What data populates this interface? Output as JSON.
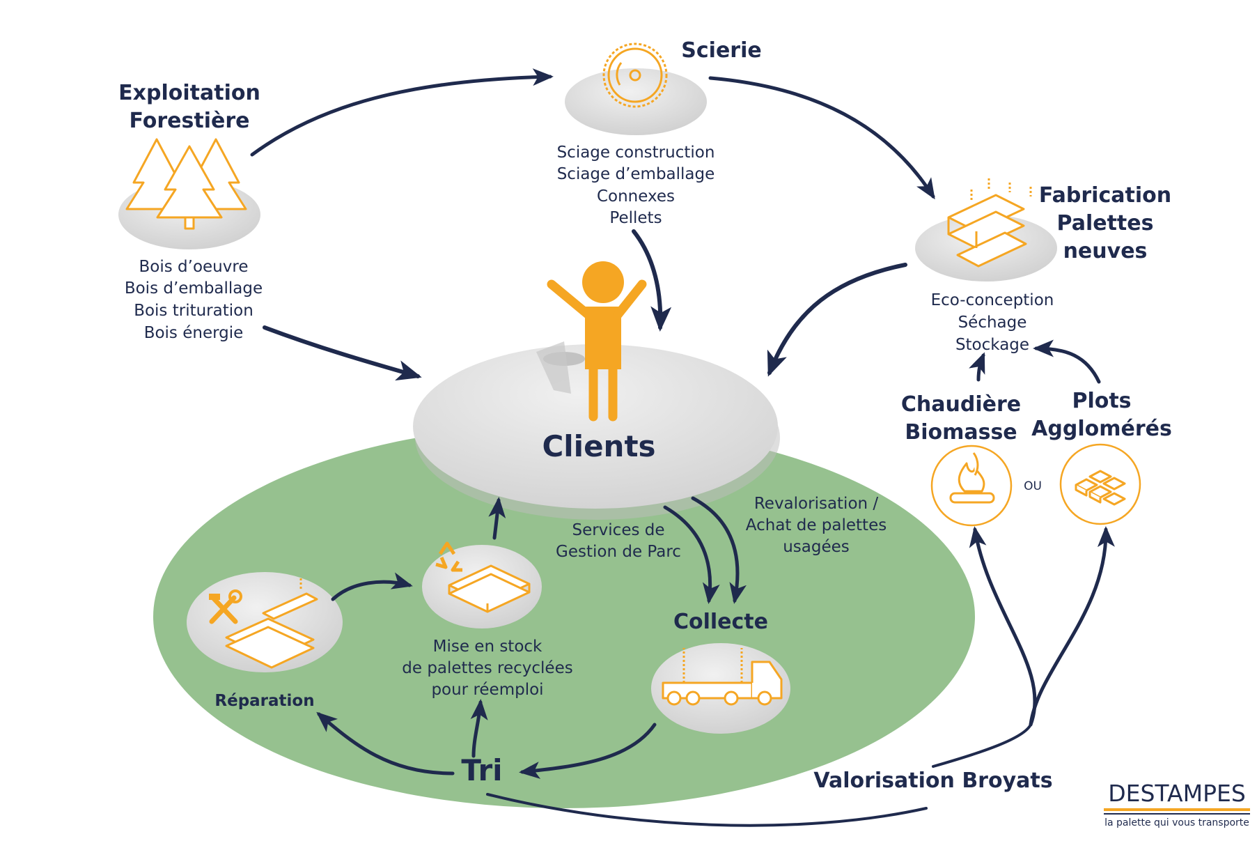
{
  "nodes": {
    "exploitation": {
      "title_lines": [
        "Exploitation",
        "Forestière"
      ],
      "outputs": [
        "Bois d’oeuvre",
        "Bois d’emballage",
        "Bois trituration",
        "Bois énergie"
      ],
      "icon": "pine-trees-icon"
    },
    "scierie": {
      "title": "Scierie",
      "outputs": [
        "Sciage construction",
        "Sciage d’emballage",
        "Connexes",
        "Pellets"
      ],
      "icon": "saw-blade-icon"
    },
    "fabrication": {
      "title_lines": [
        "Fabrication",
        "Palettes",
        "neuves"
      ],
      "outputs": [
        "Eco-conception",
        "Séchage",
        "Stockage"
      ],
      "icon": "new-pallet-icon"
    },
    "clients": {
      "title": "Clients",
      "icon": "person-icon"
    },
    "services_label": [
      "Services de",
      "Gestion de Parc"
    ],
    "revalorisation_label": [
      "Revalorisation /",
      "Achat de palettes",
      "usagées"
    ],
    "collecte": {
      "title": "Collecte",
      "icon": "truck-icon"
    },
    "mise_en_stock": {
      "lines": [
        "Mise en stock",
        "de palettes recyclées",
        "pour réemploi"
      ],
      "icon": "recycled-pallets-icon"
    },
    "reparation": {
      "title": "Réparation",
      "icon": "repair-tools-icon"
    },
    "tri": {
      "title": "Tri"
    },
    "chaudiere": {
      "title_lines": [
        "Chaudière",
        "Biomasse"
      ],
      "icon": "fire-icon"
    },
    "plots": {
      "title_lines": [
        "Plots",
        "Agglomérés"
      ],
      "icon": "blocks-icon"
    },
    "ou": "OU",
    "valorisation": {
      "title": "Valorisation Broyats"
    }
  },
  "logo": {
    "brand": "DESTAMPES",
    "tagline": "la palette qui vous transporte"
  },
  "colors": {
    "navy": "#1f2a4d",
    "orange": "#f5a623",
    "green": "#96c18f",
    "disc": "#dcdcdc"
  }
}
